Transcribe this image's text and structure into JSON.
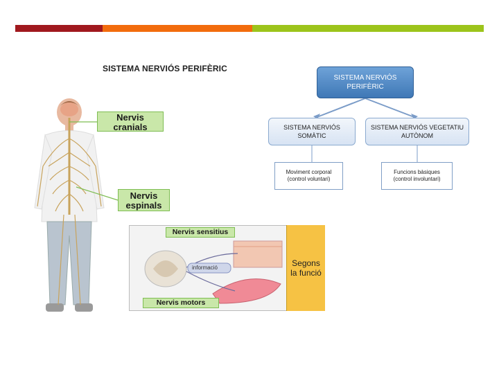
{
  "title": "SISTEMA NERVIÓS PERIFÈRIC",
  "labels": {
    "cranials": "Nervis\ncranials",
    "espinals": "Nervis\nespinals",
    "sensitius": "Nervis sensitius",
    "motors": "Nervis motors",
    "informacio": "informació",
    "segons_funcio": "Segons\nla funció"
  },
  "hierarchy": {
    "root": "SISTEMA NERVIÓS PERIFÈRIC",
    "somatic": "SISTEMA NERVIÓS SOMÀTIC",
    "vegetatiu": "SISTEMA NERVIÓS VEGETATIU AUTÒNOM",
    "voluntari": "Moviment corporal (control voluntari)",
    "involuntari": "Funcions bàsiques (control involuntari)"
  },
  "colors": {
    "bar_red": "#a0191e",
    "bar_orange": "#f26c0d",
    "bar_green": "#9cc41b",
    "label_green": "#c9e7a9",
    "node_blue": "#3f78b6",
    "side_yellow": "#f6c244"
  }
}
